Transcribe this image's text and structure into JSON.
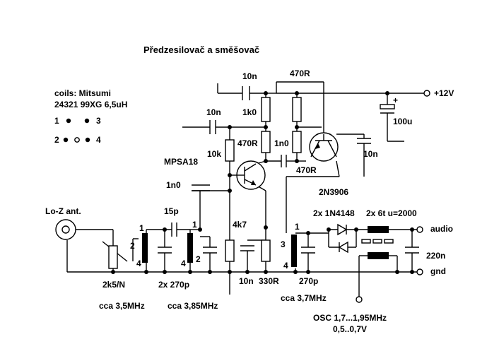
{
  "title": "Předzesilovač a směšovač",
  "coils": {
    "line1": "coils: Mitsumi",
    "line2": "24321 99XG  6,5uH",
    "pin1": "1",
    "pin3": "3",
    "pin2": "2",
    "pin4": "4"
  },
  "labels": {
    "antenna": "Lo-Z ant.",
    "supply": "+12V",
    "audio": "audio",
    "gnd": "gnd",
    "osc": "OSC 1,7...1,95MHz",
    "osc_level": "0,5..0,7V",
    "freq1": "cca 3,5MHz",
    "freq2": "cca 3,85MHz",
    "freq3": "cca 3,7MHz",
    "transistor1": "MPSA18",
    "transistor2": "2N3906",
    "diodes": "2x 1N4148",
    "chokes": "2x 6t u=2000"
  },
  "components": {
    "c_10n_top": "10n",
    "r_470r_top": "470R",
    "c_10n_left": "10n",
    "r_1k0": "1k0",
    "r_10k": "10k",
    "r_470r_mid": "470R",
    "c_1n0_mid": "1n0",
    "r_470r_low": "470R",
    "c_10n_right": "10n",
    "c_100u": "100u",
    "c_1n0_left": "1n0",
    "c_15p": "15p",
    "r_4k7": "4k7",
    "pot_2k5": "2k5/N",
    "c_2x270p": "2x 270p",
    "c_10n_bottom": "10n",
    "r_330r": "330R",
    "c_270p": "270p",
    "c_220n": "220n"
  },
  "pins": {
    "l1_p1": "1",
    "l1_p2": "2",
    "l1_p4": "4",
    "l2_p1": "1",
    "l2_p2": "2",
    "l2_p4": "4",
    "l3_p1": "1",
    "l3_p3": "3",
    "l3_p4": "4",
    "polarity": "+"
  }
}
